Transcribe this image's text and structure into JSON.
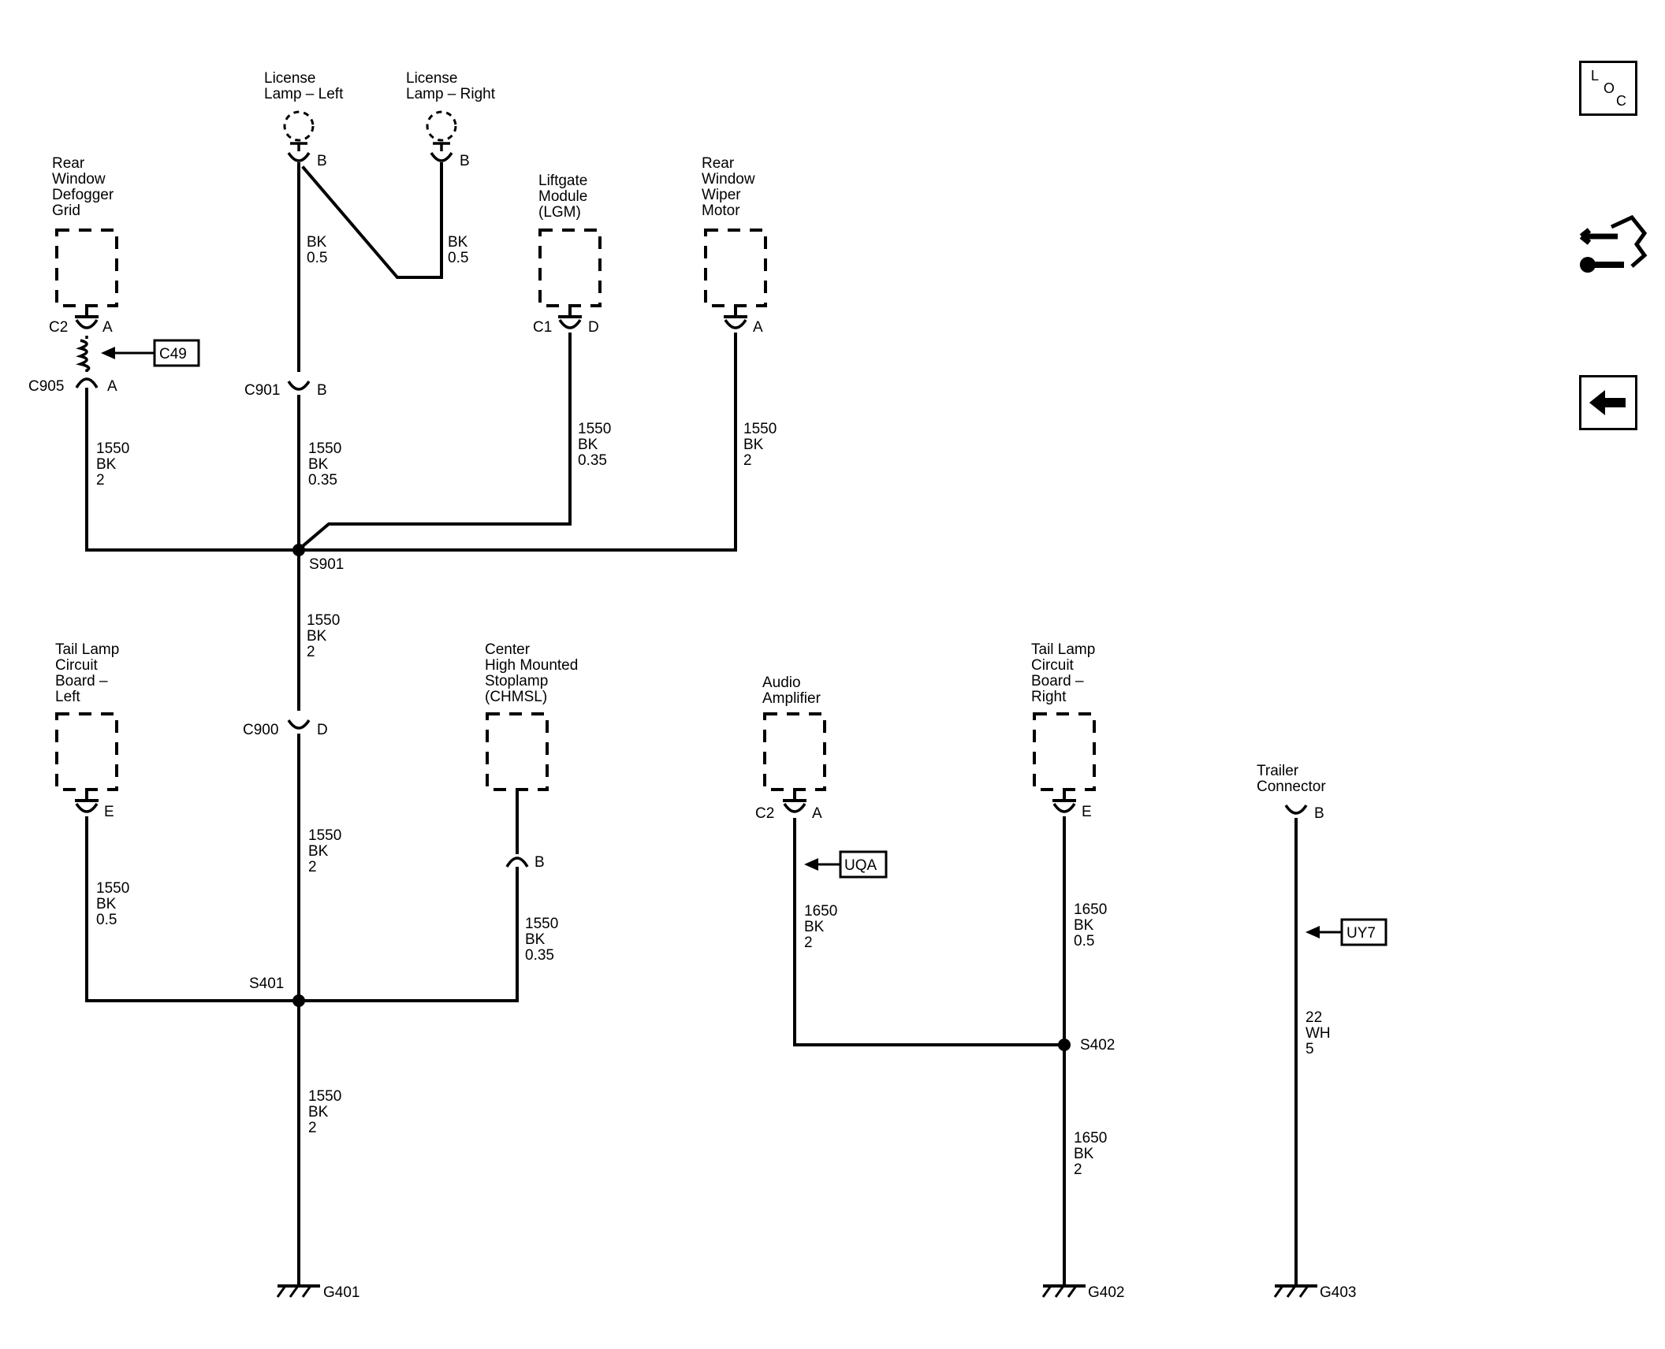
{
  "components": {
    "license_left": [
      "License",
      "Lamp – Left"
    ],
    "license_right": [
      "License",
      "Lamp – Right"
    ],
    "rear_defogger": [
      "Rear",
      "Window",
      "Defogger",
      "Grid"
    ],
    "liftgate": [
      "Liftgate",
      "Module",
      "(LGM)"
    ],
    "rear_wiper": [
      "Rear",
      "Window",
      "Wiper",
      "Motor"
    ],
    "tail_left": [
      "Tail Lamp",
      "Circuit",
      "Board –",
      "Left"
    ],
    "chmsl": [
      "Center",
      "High Mounted",
      "Stoplamp",
      "(CHMSL)"
    ],
    "audio_amp": [
      "Audio",
      "Amplifier"
    ],
    "tail_right": [
      "Tail Lamp",
      "Circuit",
      "Board –",
      "Right"
    ],
    "trailer": [
      "Trailer",
      "Connector"
    ]
  },
  "connectors": {
    "c2_defog": "C2",
    "c905": "C905",
    "c901": "C901",
    "c1_lgm": "C1",
    "c900": "C900",
    "c2_amp": "C2"
  },
  "pins": {
    "lic_left": "B",
    "lic_right": "B",
    "defog_a1": "A",
    "defog_a2": "A",
    "c901": "B",
    "lgm": "D",
    "wiper": "A",
    "c900": "D",
    "tail_left": "E",
    "chmsl": "B",
    "amp": "A",
    "tail_right": "E",
    "trailer": "B"
  },
  "wires": {
    "lic_left": [
      "BK",
      "0.5"
    ],
    "lic_right": [
      "BK",
      "0.5"
    ],
    "defog": [
      "1550",
      "BK",
      "2"
    ],
    "c901_s901": [
      "1550",
      "BK",
      "0.35"
    ],
    "lgm": [
      "1550",
      "BK",
      "0.35"
    ],
    "wiper": [
      "1550",
      "BK",
      "2"
    ],
    "s901_c900": [
      "1550",
      "BK",
      "2"
    ],
    "c900_s401": [
      "1550",
      "BK",
      "2"
    ],
    "tail_left": [
      "1550",
      "BK",
      "0.5"
    ],
    "chmsl": [
      "1550",
      "BK",
      "0.35"
    ],
    "s401_g401": [
      "1550",
      "BK",
      "2"
    ],
    "amp": [
      "1650",
      "BK",
      "2"
    ],
    "tail_right": [
      "1650",
      "BK",
      "0.5"
    ],
    "s402_g402": [
      "1650",
      "BK",
      "2"
    ],
    "trailer": [
      "22",
      "WH",
      "5"
    ]
  },
  "splices": {
    "s901": "S901",
    "s401": "S401",
    "s402": "S402"
  },
  "grounds": {
    "g401": "G401",
    "g402": "G402",
    "g403": "G403"
  },
  "options": {
    "c49": "C49",
    "uqa": "UQA",
    "uy7": "UY7"
  },
  "nav_icons": {
    "loc": {
      "l": "L",
      "o": "O",
      "c": "C"
    },
    "second": "connector-wrench-icon",
    "third": "back-arrow-icon"
  }
}
